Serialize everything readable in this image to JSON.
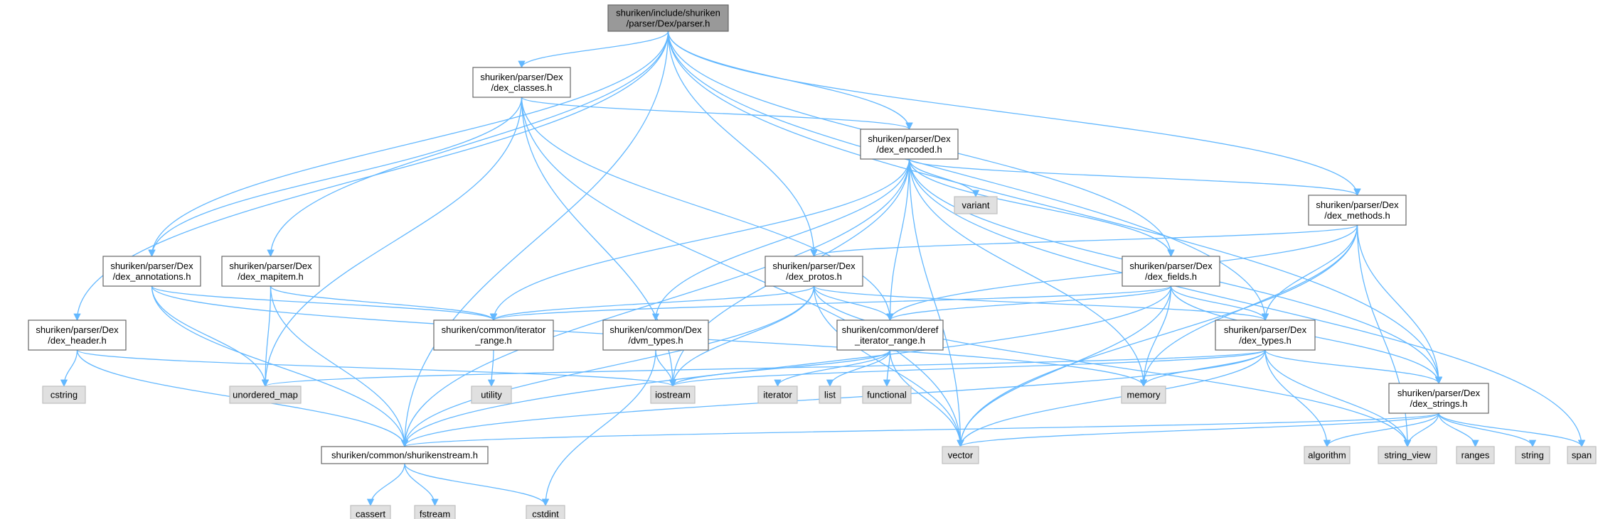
{
  "title": "",
  "nodes": [
    {
      "id": "root",
      "lines": [
        "shuriken/include/shuriken",
        "/parser/Dex/parser.h"
      ],
      "kind": "root"
    },
    {
      "id": "dex_classes",
      "lines": [
        "shuriken/parser/Dex",
        "/dex_classes.h"
      ],
      "kind": "file"
    },
    {
      "id": "dex_encoded",
      "lines": [
        "shuriken/parser/Dex",
        "/dex_encoded.h"
      ],
      "kind": "file"
    },
    {
      "id": "variant",
      "lines": [
        "variant"
      ],
      "kind": "sys"
    },
    {
      "id": "dex_methods",
      "lines": [
        "shuriken/parser/Dex",
        "/dex_methods.h"
      ],
      "kind": "file"
    },
    {
      "id": "dex_annotations",
      "lines": [
        "shuriken/parser/Dex",
        "/dex_annotations.h"
      ],
      "kind": "file"
    },
    {
      "id": "dex_mapitem",
      "lines": [
        "shuriken/parser/Dex",
        "/dex_mapitem.h"
      ],
      "kind": "file"
    },
    {
      "id": "dex_protos",
      "lines": [
        "shuriken/parser/Dex",
        "/dex_protos.h"
      ],
      "kind": "file"
    },
    {
      "id": "dex_fields",
      "lines": [
        "shuriken/parser/Dex",
        "/dex_fields.h"
      ],
      "kind": "file"
    },
    {
      "id": "dex_header",
      "lines": [
        "shuriken/parser/Dex",
        "/dex_header.h"
      ],
      "kind": "file"
    },
    {
      "id": "iterator_range",
      "lines": [
        "shuriken/common/iterator",
        "_range.h"
      ],
      "kind": "file"
    },
    {
      "id": "dvm_types",
      "lines": [
        "shuriken/common/Dex",
        "/dvm_types.h"
      ],
      "kind": "file"
    },
    {
      "id": "deref_range",
      "lines": [
        "shuriken/common/deref",
        "_iterator_range.h"
      ],
      "kind": "file"
    },
    {
      "id": "dex_types",
      "lines": [
        "shuriken/parser/Dex",
        "/dex_types.h"
      ],
      "kind": "file"
    },
    {
      "id": "dex_strings",
      "lines": [
        "shuriken/parser/Dex",
        "/dex_strings.h"
      ],
      "kind": "file"
    },
    {
      "id": "cstring",
      "lines": [
        "cstring"
      ],
      "kind": "sys"
    },
    {
      "id": "unordered_map",
      "lines": [
        "unordered_map"
      ],
      "kind": "sys"
    },
    {
      "id": "utility",
      "lines": [
        "utility"
      ],
      "kind": "sys"
    },
    {
      "id": "iostream",
      "lines": [
        "iostream"
      ],
      "kind": "sys"
    },
    {
      "id": "iterator",
      "lines": [
        "iterator"
      ],
      "kind": "sys"
    },
    {
      "id": "list",
      "lines": [
        "list"
      ],
      "kind": "sys"
    },
    {
      "id": "functional",
      "lines": [
        "functional"
      ],
      "kind": "sys"
    },
    {
      "id": "memory",
      "lines": [
        "memory"
      ],
      "kind": "sys"
    },
    {
      "id": "shurikenstream",
      "lines": [
        "shuriken/common/shurikenstream.h"
      ],
      "kind": "file"
    },
    {
      "id": "vector",
      "lines": [
        "vector"
      ],
      "kind": "sys"
    },
    {
      "id": "algorithm",
      "lines": [
        "algorithm"
      ],
      "kind": "sys"
    },
    {
      "id": "string_view",
      "lines": [
        "string_view"
      ],
      "kind": "sys"
    },
    {
      "id": "ranges",
      "lines": [
        "ranges"
      ],
      "kind": "sys"
    },
    {
      "id": "string",
      "lines": [
        "string"
      ],
      "kind": "sys"
    },
    {
      "id": "span",
      "lines": [
        "span"
      ],
      "kind": "sys"
    },
    {
      "id": "cassert",
      "lines": [
        "cassert"
      ],
      "kind": "sys"
    },
    {
      "id": "fstream",
      "lines": [
        "fstream"
      ],
      "kind": "sys"
    },
    {
      "id": "cstdint",
      "lines": [
        "cstdint"
      ],
      "kind": "sys"
    }
  ],
  "edges": [
    [
      "root",
      "dex_classes"
    ],
    [
      "root",
      "dex_encoded"
    ],
    [
      "root",
      "dex_methods"
    ],
    [
      "root",
      "dex_annotations"
    ],
    [
      "root",
      "dex_mapitem"
    ],
    [
      "root",
      "dex_protos"
    ],
    [
      "root",
      "dex_fields"
    ],
    [
      "root",
      "dex_header"
    ],
    [
      "root",
      "dex_types"
    ],
    [
      "root",
      "dex_strings"
    ],
    [
      "root",
      "shurikenstream"
    ],
    [
      "dex_classes",
      "dex_encoded"
    ],
    [
      "dex_classes",
      "dex_annotations"
    ],
    [
      "dex_classes",
      "unordered_map"
    ],
    [
      "dex_classes",
      "iostream"
    ],
    [
      "dex_classes",
      "deref_range"
    ],
    [
      "dex_classes",
      "vector"
    ],
    [
      "dex_encoded",
      "variant"
    ],
    [
      "dex_encoded",
      "dex_methods"
    ],
    [
      "dex_encoded",
      "dex_fields"
    ],
    [
      "dex_encoded",
      "iterator_range"
    ],
    [
      "dex_encoded",
      "dvm_types"
    ],
    [
      "dex_encoded",
      "deref_range"
    ],
    [
      "dex_encoded",
      "dex_strings"
    ],
    [
      "dex_encoded",
      "memory"
    ],
    [
      "dex_encoded",
      "vector"
    ],
    [
      "dex_encoded",
      "span"
    ],
    [
      "dex_encoded",
      "iostream"
    ],
    [
      "dex_encoded",
      "shurikenstream"
    ],
    [
      "dex_methods",
      "dex_protos"
    ],
    [
      "dex_methods",
      "dex_types"
    ],
    [
      "dex_methods",
      "dex_strings"
    ],
    [
      "dex_methods",
      "deref_range"
    ],
    [
      "dex_methods",
      "memory"
    ],
    [
      "dex_methods",
      "vector"
    ],
    [
      "dex_methods",
      "string_view"
    ],
    [
      "dex_annotations",
      "iterator_range"
    ],
    [
      "dex_annotations",
      "unordered_map"
    ],
    [
      "dex_annotations",
      "memory"
    ],
    [
      "dex_annotations",
      "shurikenstream"
    ],
    [
      "dex_mapitem",
      "iterator_range"
    ],
    [
      "dex_mapitem",
      "unordered_map"
    ],
    [
      "dex_mapitem",
      "shurikenstream"
    ],
    [
      "dex_protos",
      "iterator_range"
    ],
    [
      "dex_protos",
      "deref_range"
    ],
    [
      "dex_protos",
      "dex_types"
    ],
    [
      "dex_protos",
      "iostream"
    ],
    [
      "dex_protos",
      "shurikenstream"
    ],
    [
      "dex_protos",
      "vector"
    ],
    [
      "dex_protos",
      "string_view"
    ],
    [
      "dex_fields",
      "iterator_range"
    ],
    [
      "dex_fields",
      "deref_range"
    ],
    [
      "dex_fields",
      "dex_types"
    ],
    [
      "dex_fields",
      "dex_strings"
    ],
    [
      "dex_fields",
      "memory"
    ],
    [
      "dex_fields",
      "vector"
    ],
    [
      "dex_fields",
      "shurikenstream"
    ],
    [
      "dex_header",
      "cstring"
    ],
    [
      "dex_header",
      "iostream"
    ],
    [
      "dex_header",
      "shurikenstream"
    ],
    [
      "iterator_range",
      "utility"
    ],
    [
      "dvm_types",
      "iostream"
    ],
    [
      "dvm_types",
      "cstdint"
    ],
    [
      "deref_range",
      "iostream"
    ],
    [
      "deref_range",
      "iterator"
    ],
    [
      "deref_range",
      "list"
    ],
    [
      "deref_range",
      "functional"
    ],
    [
      "deref_range",
      "vector"
    ],
    [
      "dex_types",
      "unordered_map"
    ],
    [
      "dex_types",
      "iostream"
    ],
    [
      "dex_types",
      "memory"
    ],
    [
      "dex_types",
      "dex_strings"
    ],
    [
      "dex_types",
      "shurikenstream"
    ],
    [
      "dex_types",
      "vector"
    ],
    [
      "dex_types",
      "algorithm"
    ],
    [
      "dex_types",
      "string_view"
    ],
    [
      "dex_strings",
      "shurikenstream"
    ],
    [
      "dex_strings",
      "vector"
    ],
    [
      "dex_strings",
      "algorithm"
    ],
    [
      "dex_strings",
      "string_view"
    ],
    [
      "dex_strings",
      "ranges"
    ],
    [
      "dex_strings",
      "string"
    ],
    [
      "dex_strings",
      "span"
    ],
    [
      "shurikenstream",
      "cassert"
    ],
    [
      "shurikenstream",
      "fstream"
    ],
    [
      "shurikenstream",
      "cstdint"
    ]
  ],
  "colors": {
    "edge": "#63b8ff",
    "root_fill": "#999999",
    "sys_fill": "#e0e0e0",
    "file_fill": "#ffffff",
    "border": "#666666"
  }
}
